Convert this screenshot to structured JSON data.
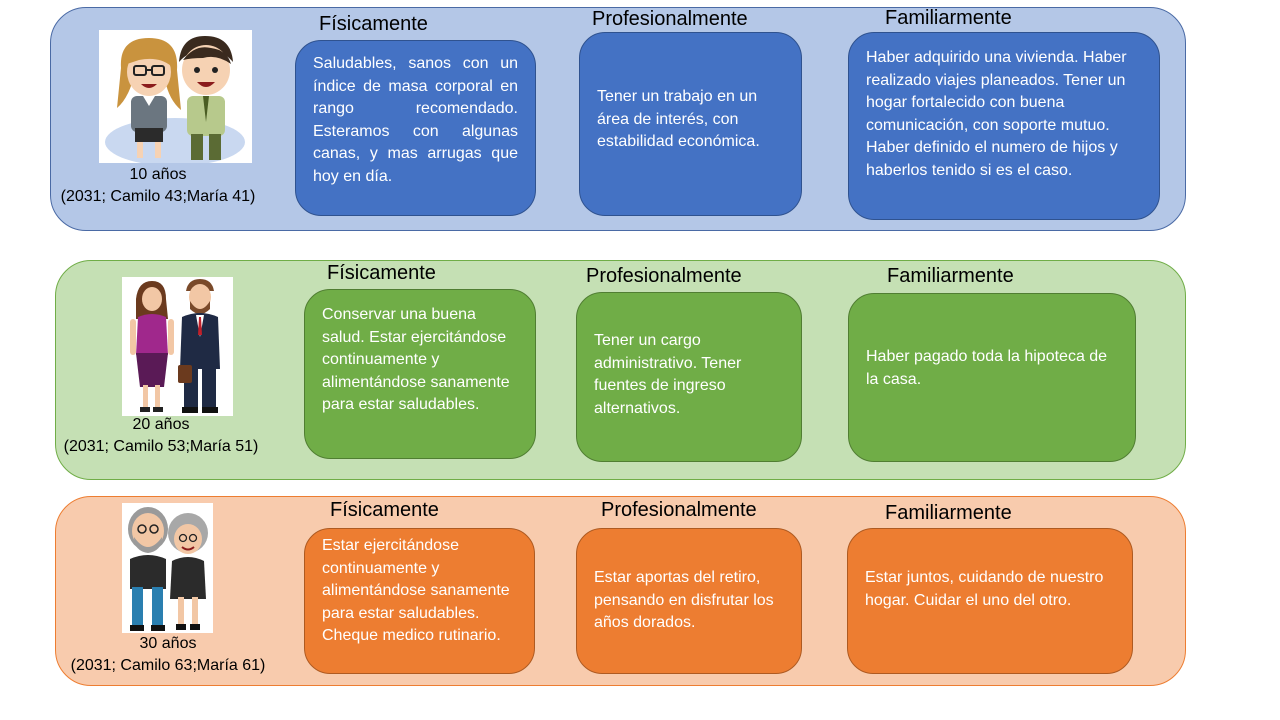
{
  "rows": [
    {
      "years": "10 años",
      "detail": "(2031; Camilo 43;María 41)",
      "fisicamente": {
        "title": "Físicamente",
        "text": "Saludables, sanos con un índice de masa corporal en rango recomendado. Esteramos con algunas canas, y mas arrugas que hoy en día."
      },
      "profesionalmente": {
        "title": "Profesionalmente",
        "text": "Tener un trabajo en un área de interés, con estabilidad económica."
      },
      "familiarmente": {
        "title": "Familiarmente",
        "text": "Haber adquirido una vivienda. Haber realizado viajes planeados. Tener un hogar fortalecido con buena comunicación, con soporte mutuo. Haber definido el numero de hijos y haberlos tenido si es el caso."
      }
    },
    {
      "years": "20 años",
      "detail": "(2031; Camilo 53;María 51)",
      "fisicamente": {
        "title": "Físicamente",
        "text": "Conservar una buena salud. Estar ejercitándose continuamente y alimentándose sanamente para estar saludables."
      },
      "profesionalmente": {
        "title": "Profesionalmente",
        "text": "Tener un cargo administrativo. Tener fuentes de ingreso alternativos."
      },
      "familiarmente": {
        "title": "Familiarmente",
        "text": "Haber pagado toda la hipoteca de la casa."
      }
    },
    {
      "years": "30 años",
      "detail": "(2031; Camilo 63;María 61)",
      "fisicamente": {
        "title": "Físicamente",
        "text": "Estar ejercitándose continuamente y alimentándose sanamente para estar saludables.",
        "text2": "Cheque medico rutinario."
      },
      "profesionalmente": {
        "title": "Profesionalmente",
        "text": "Estar aportas del retiro, pensando en disfrutar los años dorados."
      },
      "familiarmente": {
        "title": "Familiarmente",
        "text": "Estar juntos, cuidando de nuestro hogar. Cuidar el uno del otro."
      }
    }
  ],
  "colors": {
    "band_blue": "#b4c7e7",
    "box_blue": "#4472c4",
    "band_green": "#c5e0b4",
    "box_green": "#70ad47",
    "band_orange": "#f8cbad",
    "box_orange": "#ed7d31"
  },
  "illustrations": [
    "young-couple-illustration",
    "adult-couple-illustration",
    "elderly-couple-illustration"
  ]
}
